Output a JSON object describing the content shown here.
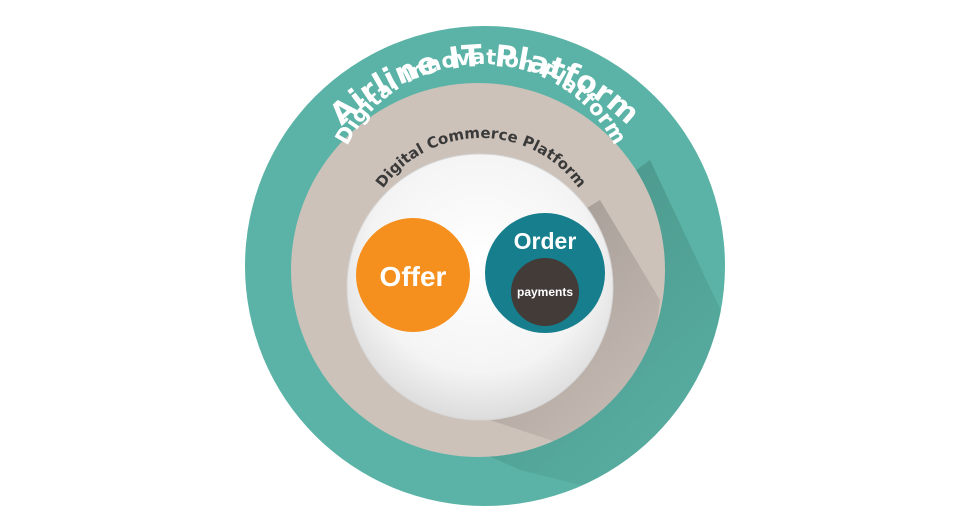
{
  "diagram": {
    "rings": {
      "outer": {
        "label": "Airline IT Platform",
        "color": "#5ab3a6"
      },
      "middle": {
        "label": "Digital Innovation Platform",
        "color": "#cdc2ba"
      },
      "inner": {
        "label": "Digital Commerce Platform",
        "color": "#f0f0f0"
      }
    },
    "offer": {
      "label": "Offer",
      "color": "#f5901e"
    },
    "order": {
      "label": "Order",
      "color": "#167e8c"
    },
    "payments": {
      "label": "payments",
      "color": "#433b38"
    }
  }
}
